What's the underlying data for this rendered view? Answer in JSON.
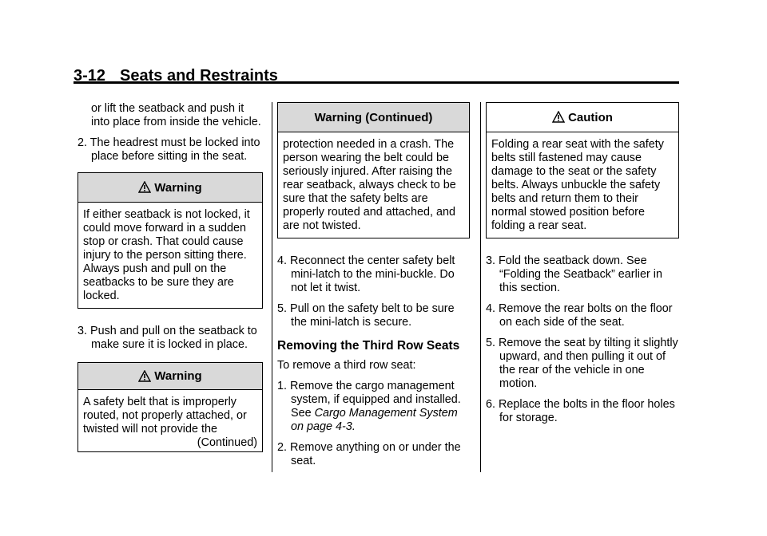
{
  "header": {
    "page_number": "3-12",
    "section_title": "Seats and Restraints"
  },
  "col1": {
    "cont_text": "or lift the seatback and push it into place from inside the vehicle.",
    "item2": "2. The headrest must be locked into place before sitting in the seat.",
    "warning1": {
      "title": "Warning",
      "body": "If either seatback is not locked, it could move forward in a sudden stop or crash. That could cause injury to the person sitting there. Always push and pull on the seatbacks to be sure they are locked."
    },
    "item3": "3. Push and pull on the seatback to make sure it is locked in place.",
    "warning2": {
      "title": "Warning",
      "body": "A safety belt that is improperly routed, not properly attached, or twisted will not provide the",
      "continued": "(Continued)"
    }
  },
  "col2": {
    "warning_cont": {
      "title": "Warning  (Continued)",
      "body": "protection needed in a crash. The person wearing the belt could be seriously injured. After raising the rear seatback, always check to be sure that the safety belts are properly routed and attached, and are not twisted."
    },
    "item4": "4. Reconnect the center safety belt mini-latch to the mini-buckle. Do not let it twist.",
    "item5": "5. Pull on the safety belt to be sure the mini-latch is secure.",
    "subhead": "Removing the Third Row Seats",
    "intro": "To remove a third row seat:",
    "step1_text": "1. Remove the cargo management system, if equipped and installed. See ",
    "step1_link": "Cargo Management System on page 4-3",
    "step1_end": ".",
    "step2": "2. Remove anything on or under the seat."
  },
  "col3": {
    "caution": {
      "title": "Caution",
      "body": "Folding a rear seat with the safety belts still fastened may cause damage to the seat or the safety belts. Always unbuckle the safety belts and return them to their normal stowed position before folding a rear seat."
    },
    "step3_text": "3. Fold the seatback down. See ",
    "step3_ref": "“Folding the Seatback” earlier in this section.",
    "step4": "4. Remove the rear bolts on the floor on each side of the seat.",
    "step5": "5. Remove the seat by tilting it slightly upward, and then pulling it out of the rear of the vehicle in one motion.",
    "step6": "6. Replace the bolts in the floor holes for storage."
  }
}
